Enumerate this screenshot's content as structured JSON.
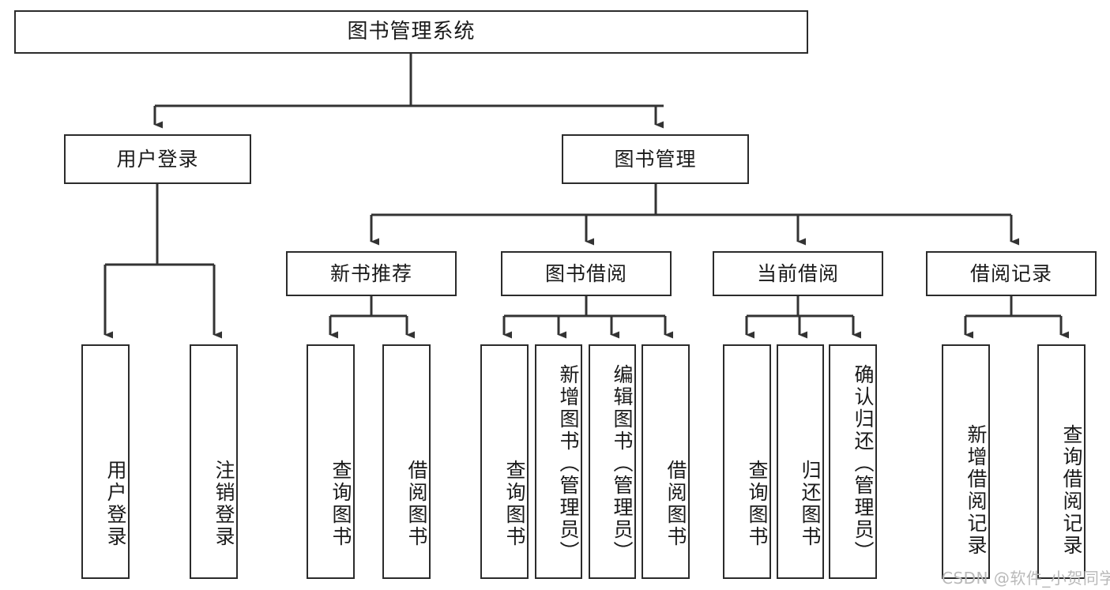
{
  "diagram": {
    "title": "图书管理系统",
    "type": "tree",
    "watermark": "CSDN @软件_小贺同学",
    "colors": {
      "box_border": "#2b2b2b",
      "box_fill": "#ffffff",
      "connector": "#333333",
      "text": "#1a1a1a",
      "watermark": "#b9b9b9"
    },
    "levels": {
      "root": {
        "label": "图书管理系统"
      },
      "level2": [
        {
          "label": "用户登录"
        },
        {
          "label": "图书管理"
        }
      ],
      "level3": [
        {
          "label": "新书推荐"
        },
        {
          "label": "图书借阅"
        },
        {
          "label": "当前借阅"
        },
        {
          "label": "借阅记录"
        }
      ]
    },
    "leaves": {
      "user_login": [
        {
          "label": "用户登录"
        },
        {
          "label": "注销登录"
        }
      ],
      "new_book_recommend": [
        {
          "label": "查询图书"
        },
        {
          "label": "借阅图书"
        }
      ],
      "book_borrow": [
        {
          "label": "查询图书"
        },
        {
          "label": "新增图书（管理员）"
        },
        {
          "label": "编辑图书（管理员）"
        },
        {
          "label": "借阅图书"
        }
      ],
      "current_borrow": [
        {
          "label": "查询图书"
        },
        {
          "label": "归还图书"
        },
        {
          "label": "确认归还（管理员）"
        }
      ],
      "borrow_record": [
        {
          "label": "新增借阅记录"
        },
        {
          "label": "查询借阅记录"
        }
      ]
    }
  }
}
